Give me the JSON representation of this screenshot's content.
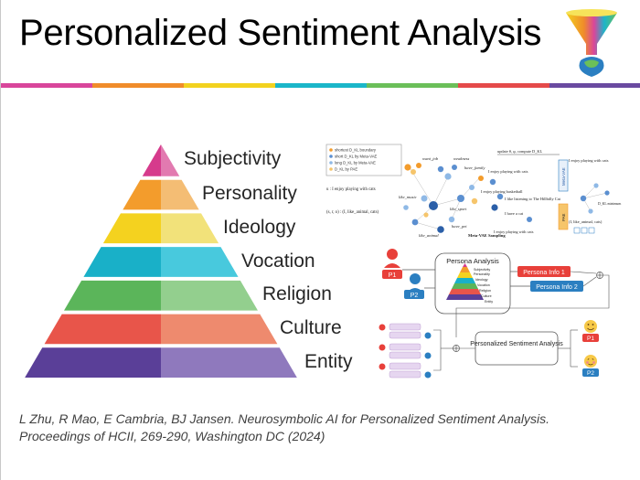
{
  "slide": {
    "title": "Personalized Sentiment Analysis",
    "rainbow_colors": [
      "#d9469b",
      "#f08c2a",
      "#f2d21f",
      "#1bb6c9",
      "#6bbf59",
      "#e54a4a",
      "#6a4aa0"
    ]
  },
  "pyramid": {
    "levels": [
      {
        "label": "Subjectivity",
        "left_color": "#d63b8c",
        "right_color": "#e27ab0"
      },
      {
        "label": "Personality",
        "left_color": "#f39c2c",
        "right_color": "#f4bd74"
      },
      {
        "label": "Ideology",
        "left_color": "#f4d21f",
        "right_color": "#f2e27a"
      },
      {
        "label": "Vocation",
        "left_color": "#19b0c8",
        "right_color": "#48c9dd"
      },
      {
        "label": "Religion",
        "left_color": "#5bb55a",
        "right_color": "#93cf8e"
      },
      {
        "label": "Culture",
        "left_color": "#e8554a",
        "right_color": "#ee8a6e"
      },
      {
        "label": "Entity",
        "left_color": "#5a3f98",
        "right_color": "#8f79bd"
      }
    ]
  },
  "figure": {
    "legend": [
      "shortest D_KL boundary",
      "short D_KL by Meta-VAE",
      "long D_KL by Meta-VAE",
      "D_KL by PAE"
    ],
    "nodes": [
      "want_job",
      "weakness",
      "have_family",
      "like_music",
      "like_sport",
      "have_pet",
      "like_animal"
    ],
    "input_text": "u : I enjoy playing with cats",
    "triple_text": "(s, r, o) : (I, like_animal, cats)",
    "meta_vae_sampling": "Meta-VAE Sampling",
    "update_text": "update θ, φ, compute D_KL",
    "sentences": [
      "I enjoy playing with cats",
      "I enjoy playing basketball",
      "I like listening to The Hillbilly Cat",
      "I have a cat",
      "I enjoy playing with cats"
    ],
    "meta_vae": "Meta-VAE",
    "pae": "PAE",
    "dkl_minimum": "D_KL minimum",
    "output_text": "I enjoy playing with cats",
    "output_triple": "(I, like_animal, cats)",
    "persona_analysis": "Persona Analysis",
    "persona_levels": [
      "Subjectivity",
      "Personality",
      "Ideology",
      "Vocation",
      "Religion",
      "Culture",
      "Entity"
    ],
    "persona_info_1": "Persona Info 1",
    "persona_info_2": "Persona Info 2",
    "p1": "P1",
    "p2": "P2",
    "personalized_sa": "Personalized Sentiment Analysis",
    "colors": {
      "accent_red": "#e8403a",
      "accent_blue": "#2b7fc1",
      "node_blue": "#5b8fd0",
      "node_orange": "#f39c2c"
    }
  },
  "citation": {
    "line1": "L Zhu, R Mao, E Cambria, BJ Jansen. Neurosymbolic AI for Personalized Sentiment Analysis.",
    "line2": "Proceedings of HCII, 269-290, Washington DC (2024)"
  }
}
